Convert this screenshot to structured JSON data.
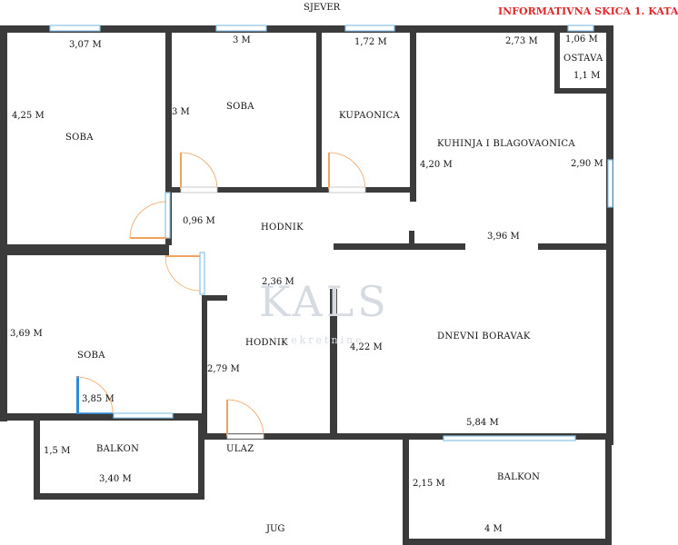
{
  "title": "INFORMATIVNA SKICA 1. KATA",
  "compass": {
    "north": "SJEVER",
    "south": "JUG"
  },
  "watermark": {
    "brand": "KALS",
    "sub": "nekretnine"
  },
  "rooms": {
    "soba_top_left": "SOBA",
    "soba_top_mid": "SOBA",
    "kupaonica": "KUPAONICA",
    "kuhinja": "KUHINJA I BLAGOVAONICA",
    "ostava": "OSTAVA",
    "hodnik_upper": "HODNIK",
    "soba_bottom": "SOBA",
    "hodnik_lower": "HODNIK",
    "dnevni": "DNEVNI BORAVAK",
    "balkon_left": "BALKON",
    "balkon_right": "BALKON",
    "ulaz": "ULAZ"
  },
  "dims": {
    "d1": "3,07 M",
    "d2": "4,25 M",
    "d3": "3 M",
    "d4": "3 M",
    "d5": "1,72 M",
    "d6": "2,73 M",
    "d7": "1,06 M",
    "d8": "1,1 M",
    "d9": "4,20 M",
    "d10": "2,90 M",
    "d11": "0,96 M",
    "d12": "3,96 M",
    "d13": "2,36 M",
    "d14": "3,69 M",
    "d15": "3,85 M",
    "d16": "2,79 M",
    "d17": "4,22 M",
    "d18": "5,84 M",
    "d19": "1,5 M",
    "d20": "3,40 M",
    "d21": "2,15 M",
    "d22": "4 M"
  },
  "colors": {
    "wall": "#3b3b3b",
    "door": "#f0a35e",
    "window": "#8ac3e6",
    "title": "#e0282b"
  }
}
